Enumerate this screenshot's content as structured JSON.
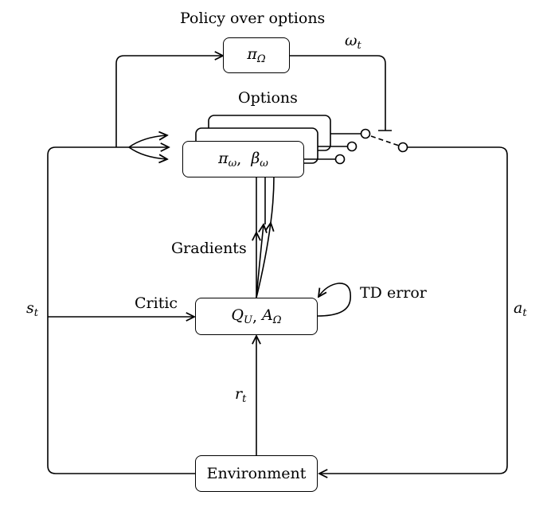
{
  "nodes": {
    "policy_over_options": {
      "title": "Policy over options",
      "box_label": "π",
      "box_sub": "Ω"
    },
    "options": {
      "title": "Options",
      "front_label_pi": "π",
      "front_sub_pi": "ω",
      "front_label_beta": "β",
      "front_sub_beta": "ω",
      "separator": ",  "
    },
    "critic": {
      "title": "Critic",
      "box_label_q": "Q",
      "box_sub_q": "U",
      "separator": ", ",
      "box_label_a": "A",
      "box_sub_a": "Ω"
    },
    "environment": {
      "box_label": "Environment"
    }
  },
  "edges": {
    "omega_t": {
      "label": "ω",
      "sub": "t"
    },
    "s_t": {
      "label": "s",
      "sub": "t"
    },
    "a_t": {
      "label": "a",
      "sub": "t"
    },
    "r_t": {
      "label": "r",
      "sub": "t"
    },
    "gradients": {
      "label": "Gradients"
    },
    "td_error": {
      "label": "TD error"
    }
  }
}
